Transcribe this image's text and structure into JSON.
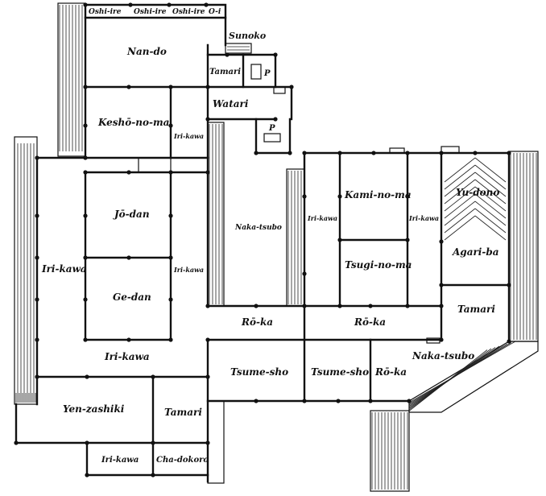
{
  "rooms": {
    "oshiire_1": "Oshi-ire",
    "oshiire_2": "Oshi-ire",
    "oshiire_3": "Oshi-ire",
    "oi": "O-i",
    "sunoko": "Sunoko",
    "nando": "Nan-do",
    "tamari_top": "Tamari",
    "p_top": "P",
    "watari": "Watari",
    "p_mid": "P",
    "kesho_no_ma": "Keshō-no-ma",
    "irikawa_kesho": "Iri-kawa",
    "jodan": "Jō-dan",
    "gedan": "Ge-dan",
    "irikawa_left": "Iri-kawa",
    "irikawa_jodan": "Iri-kawa",
    "irikawa_bottom": "Iri-kawa",
    "naka_tsubo_1": "Naka-tsubo",
    "kami_no_ma": "Kami-no-ma",
    "tsugi_no_ma": "Tsugi-no-ma",
    "irikawa_kami_l": "Iri-kawa",
    "irikawa_kami_r": "Iri-kawa",
    "yu_dono": "Yu-dono",
    "agari_ba": "Agari-ba",
    "tamari_right": "Tamari",
    "roka_1": "Rō-ka",
    "roka_2": "Rō-ka",
    "roka_3": "Rō-ka",
    "tsume_sho_1": "Tsume-sho",
    "tsume_sho_2": "Tsume-sho",
    "naka_tsubo_2": "Naka-tsubo",
    "yen_zashiki": "Yen-zashiki",
    "tamari_bottom": "Tamari",
    "irikawa_kitchen": "Iri-kawa",
    "cha_dokoro": "Cha-dokoro"
  }
}
